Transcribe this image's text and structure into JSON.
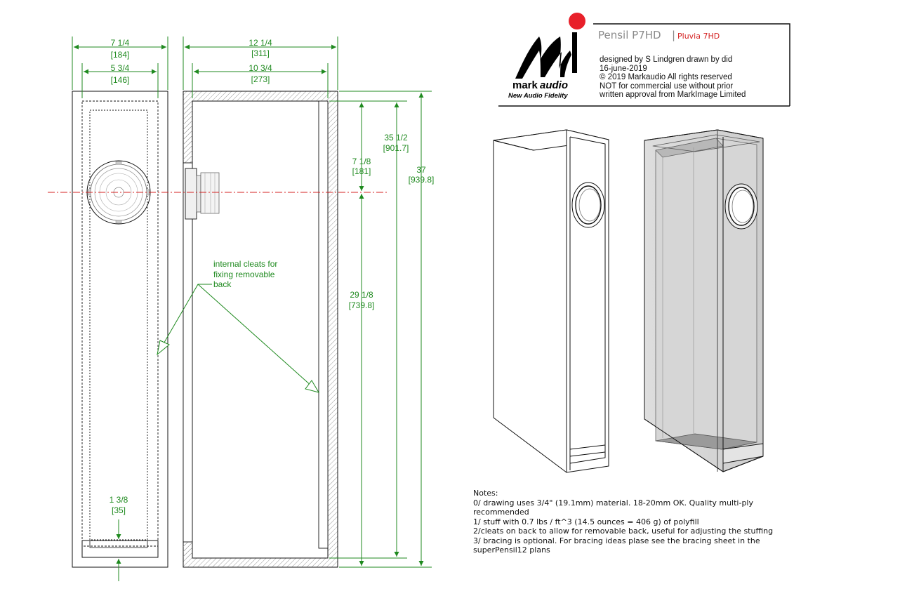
{
  "title_block": {
    "title": "Pensil P7HD",
    "separator": "|",
    "subtitle": "Pluvia 7HD",
    "lines": [
      "designed by S Lindgren drawn by did",
      "16-june-2019",
      "© 2019 Markaudio All rights reserved",
      "NOT for commercial use without prior",
      "written approval from MarkImage Limited"
    ]
  },
  "logo": {
    "letter": "M",
    "brand_bold": "mark",
    "brand_italic": "audio",
    "tagline": "New Audio Fidelity",
    "accent_color": "#e8202a"
  },
  "dimensions": {
    "front_outer": {
      "in": "7 1/4",
      "mm": "[184]"
    },
    "front_inner": {
      "in": "5 3/4",
      "mm": "[146]"
    },
    "side_outer": {
      "in": "12 1/4",
      "mm": "[311]"
    },
    "side_inner": {
      "in": "10 3/4",
      "mm": "[273]"
    },
    "driver_height": {
      "in": "7 1/8",
      "mm": "[181]"
    },
    "lower_height": {
      "in": "29 1/8",
      "mm": "[739.8]"
    },
    "inner_height": {
      "in": "35 1/2",
      "mm": "[901.7]"
    },
    "outer_height": {
      "in": "37",
      "mm": "[939.8]"
    },
    "port": {
      "in": "1 3/8",
      "mm": "[35]"
    }
  },
  "callout": {
    "lines": [
      "internal cleats for",
      "fixing removable",
      "back"
    ]
  },
  "notes": {
    "heading": "Notes:",
    "items": [
      "0/ drawing uses 3/4\" (19.1mm) material. 18-20mm OK.  Quality multi-ply recommended",
      "1/ stuff with 0.7 lbs / ft^3 (14.5 ounces = 406 g) of polyfill",
      "2/cleats on back to allow for removable back, useful for adjusting the stuffing",
      "3/ bracing is optional. For bracing ideas plase see the bracing sheet in the superPensil12 plans"
    ]
  },
  "colors": {
    "dimension": "#1f8a1f",
    "centerline": "#d42020",
    "outline": "#111111",
    "hatch": "#9a9a9a"
  }
}
